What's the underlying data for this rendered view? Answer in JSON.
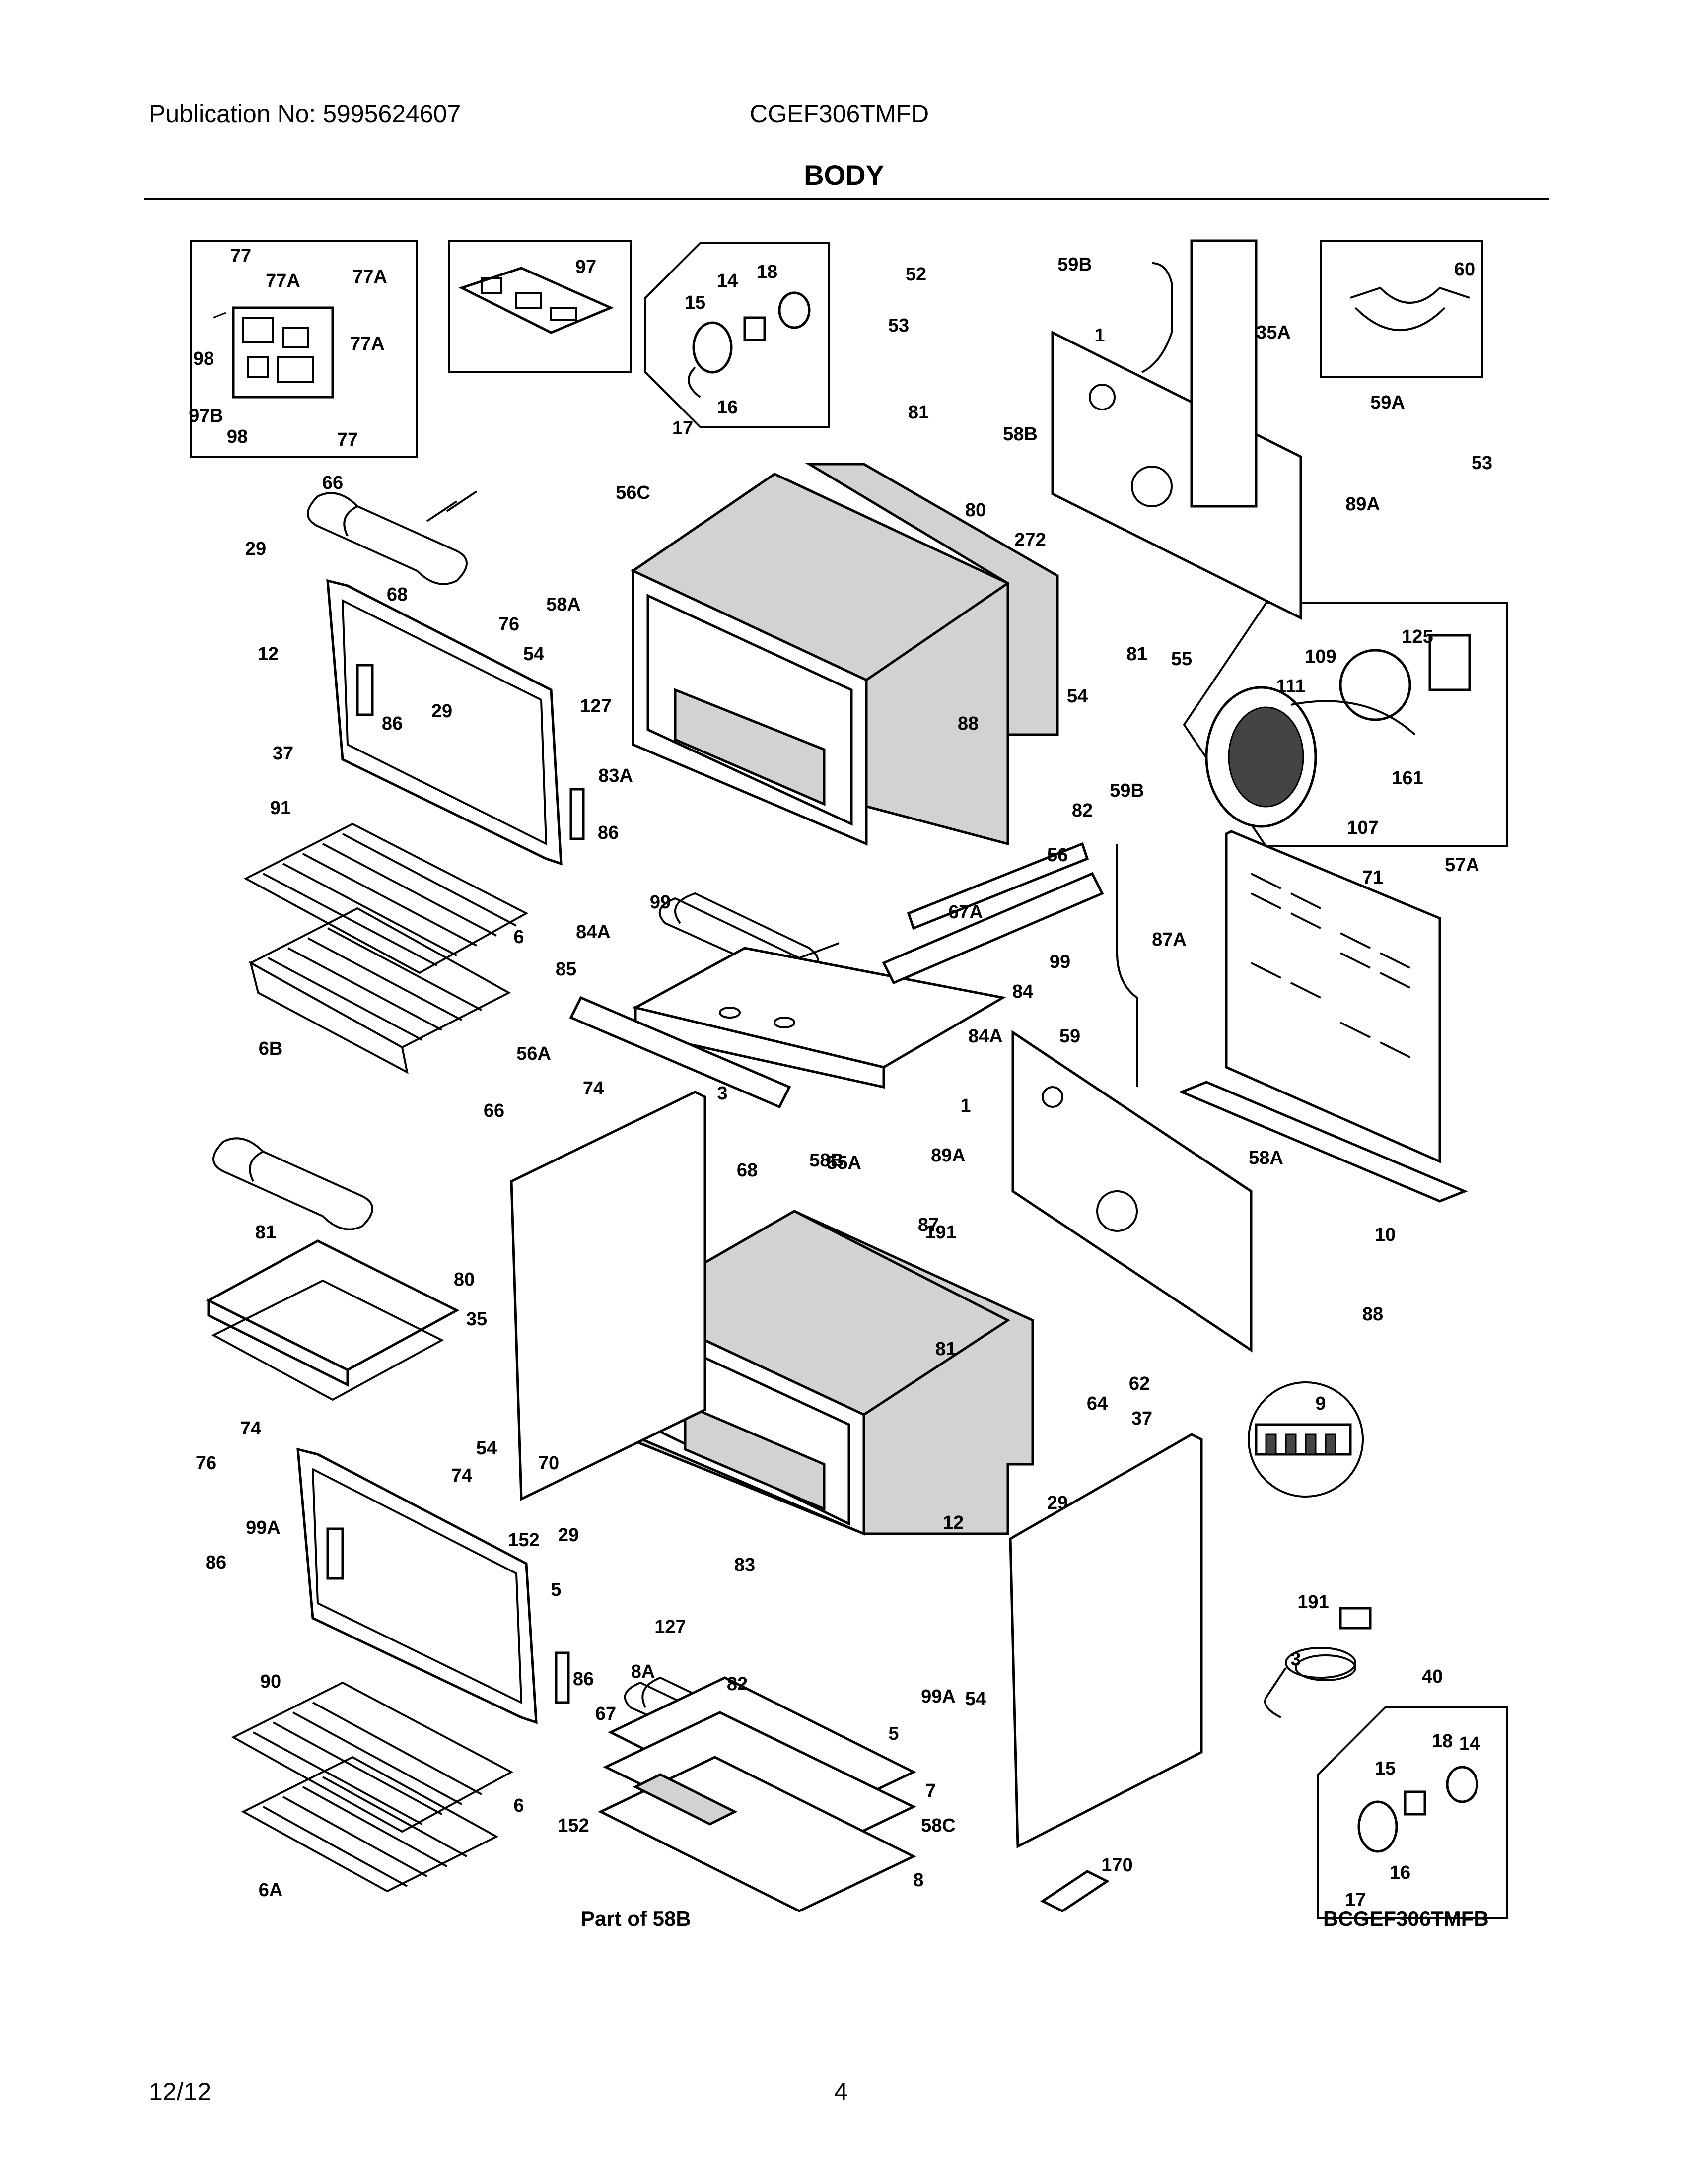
{
  "header": {
    "publication": "Publication No: 5995624607",
    "model": "CGEF306TMFD",
    "section": "BODY"
  },
  "footer": {
    "date": "12/12",
    "page": "4"
  },
  "diagram": {
    "diagram_code": "BCGEF306TMFB",
    "part_of_label": "Part of 58B",
    "callouts": [
      "77",
      "77A",
      "77A",
      "77A",
      "98",
      "97B",
      "98",
      "77",
      "97",
      "14",
      "18",
      "15",
      "16",
      "17",
      "52",
      "59B",
      "35A",
      "60",
      "53",
      "59A",
      "1",
      "58B",
      "81",
      "53",
      "89A",
      "80",
      "272",
      "66",
      "56C",
      "29",
      "68",
      "76",
      "58A",
      "12",
      "54",
      "127",
      "88",
      "81",
      "55",
      "54",
      "125",
      "109",
      "111",
      "161",
      "107",
      "37",
      "86",
      "29",
      "83A",
      "91",
      "86",
      "82",
      "59B",
      "99",
      "56",
      "71",
      "57A",
      "6",
      "84A",
      "67A",
      "99",
      "85",
      "84",
      "87A",
      "6B",
      "56A",
      "59",
      "84A",
      "66",
      "74",
      "3",
      "55A",
      "1",
      "89A",
      "68",
      "58B",
      "81",
      "58A",
      "191",
      "80",
      "87",
      "10",
      "35",
      "88",
      "81",
      "64",
      "62",
      "9",
      "74",
      "37",
      "54",
      "70",
      "29",
      "76",
      "74",
      "12",
      "99A",
      "152",
      "86",
      "29",
      "5",
      "83",
      "127",
      "191",
      "3",
      "40",
      "8A",
      "90",
      "82",
      "86",
      "99A",
      "54",
      "67",
      "5",
      "7",
      "15",
      "14",
      "18",
      "6",
      "152",
      "58C",
      "16",
      "170",
      "6A",
      "8",
      "17"
    ]
  }
}
